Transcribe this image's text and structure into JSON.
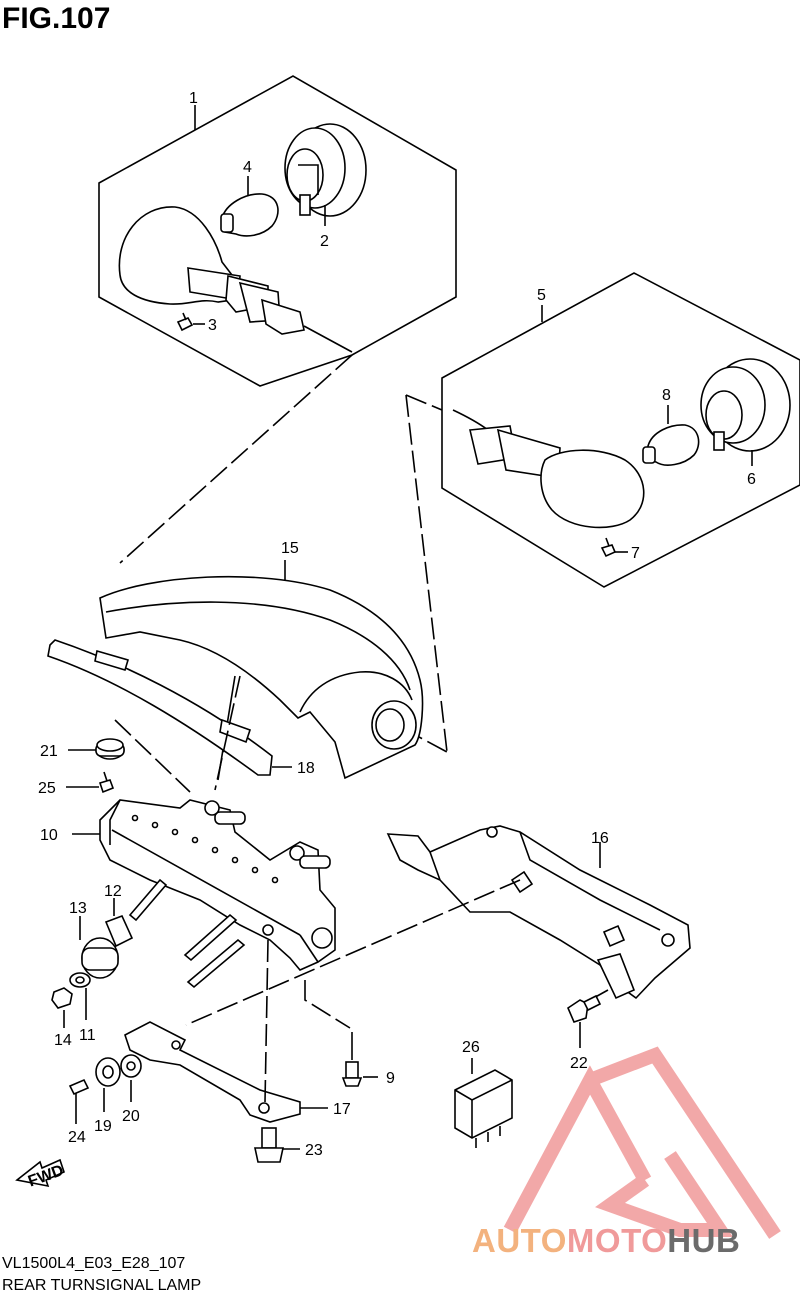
{
  "figure": {
    "title": "FIG.107",
    "model_code": "VL1500L4_E03_E28_107",
    "caption": "REAR TURNSIGNAL LAMP"
  },
  "callouts": {
    "p1": "1",
    "p2": "2",
    "p3": "3",
    "p4": "4",
    "p5": "5",
    "p6": "6",
    "p7": "7",
    "p8": "8",
    "p9": "9",
    "p10": "10",
    "p11": "11",
    "p12": "12",
    "p13": "13",
    "p14": "14",
    "p15": "15",
    "p16": "16",
    "p17": "17",
    "p18": "18",
    "p19": "19",
    "p20": "20",
    "p21": "21",
    "p22": "22",
    "p23": "23",
    "p24": "24",
    "p25": "25",
    "p26": "26"
  },
  "fwd_label": "FWD",
  "watermark": {
    "part1": "AUTO",
    "part2": "MOTO",
    "part3": "HUB",
    "colors": {
      "orange": "#f3b27e",
      "pink": "#f09a9a",
      "gray": "#6b6b6b"
    }
  }
}
